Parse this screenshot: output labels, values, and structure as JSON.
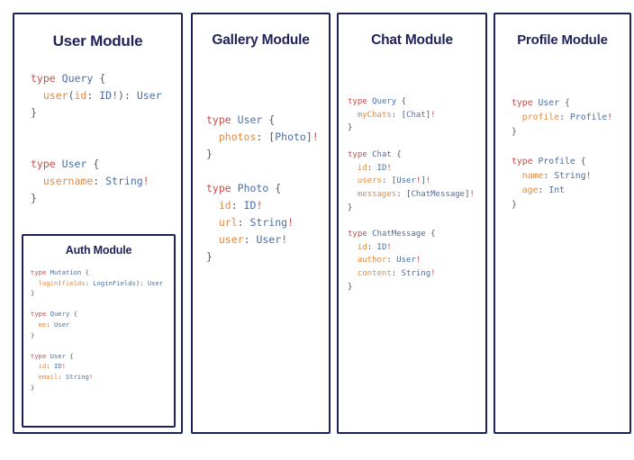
{
  "colors": {
    "border": "#1f2259",
    "title": "#1f2259",
    "keyword": "#c0504d",
    "type_name": "#4a6fa5",
    "field_name": "#e08b42",
    "punctuation": "#555a61",
    "background": "#ffffff"
  },
  "panels": {
    "user": {
      "title": "User Module",
      "code": "type Query {\n  user(id: ID!): User\n}\n\n\ntype User {\n  username: String!\n}",
      "nested": {
        "title": "Auth Module",
        "code": "type Mutation {\n  login(fields: LoginFields): User\n}\n\ntype Query {\n  me: User\n}\n\ntype User {\n  id: ID!\n  email: String!\n}"
      }
    },
    "gallery": {
      "title": "Gallery Module",
      "code": "type User {\n  photos: [Photo]!\n}\n\ntype Photo {\n  id: ID!\n  url: String!\n  user: User!\n}"
    },
    "chat": {
      "title": "Chat Module",
      "code": "type Query {\n  myChats: [Chat]!\n}\n\ntype Chat {\n  id: ID!\n  users: [User!]!\n  messages: [ChatMessage]!\n}\n\ntype ChatMessage {\n  id: ID!\n  author: User!\n  content: String!\n}"
    },
    "profile": {
      "title": "Profile Module",
      "code": "type User {\n  profile: Profile!\n}\n\ntype Profile {\n  name: String!\n  age: Int\n}"
    }
  }
}
